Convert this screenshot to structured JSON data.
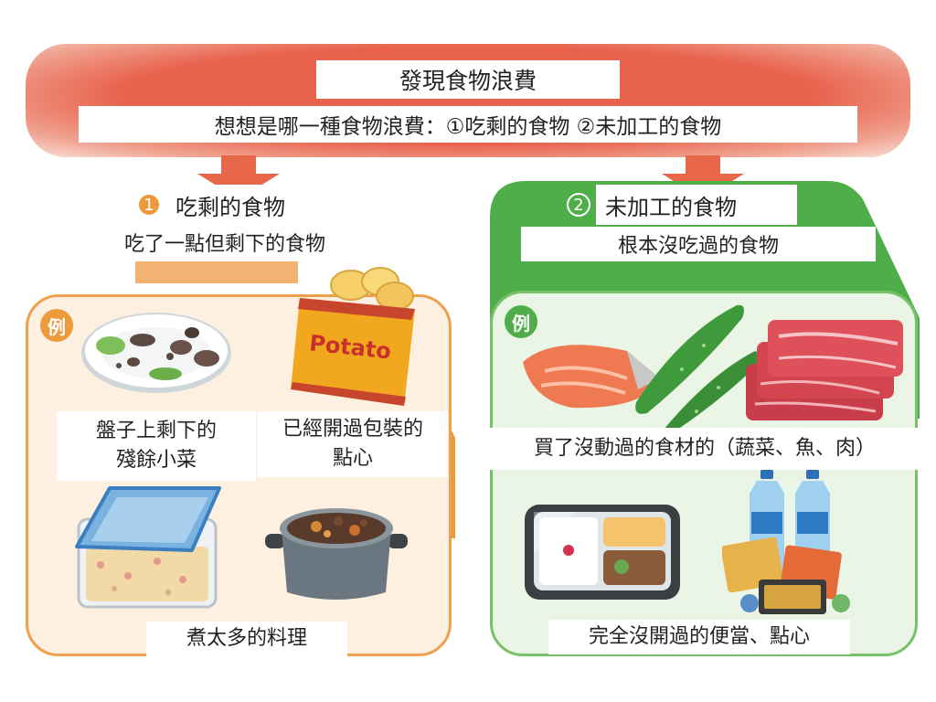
{
  "header": {
    "title": "發現食物浪費",
    "subtitle": "想想是哪一種食物浪費：①吃剩的食物 ②未加工的食物"
  },
  "colors": {
    "banner": "#e8624c",
    "left_accent": "#ec9a3c",
    "right_accent": "#4fae4a",
    "left_inner_bg": "#fdf0e0",
    "right_inner_bg": "#eaf5e6"
  },
  "left_panel": {
    "number": "1",
    "heading": "吃剩的食物",
    "description": "吃了一點但剩下的食物",
    "example_badge": "例",
    "examples": [
      {
        "caption_line1": "盤子上剩下的",
        "caption_line2": "殘餘小菜",
        "icon": "plate-leftovers-icon"
      },
      {
        "caption_line1": "已經開過包裝的",
        "caption_line2": "點心",
        "icon": "potato-chips-bag-icon",
        "bag_text": "Potato"
      },
      {
        "caption_line1": "煮太多的料理",
        "caption_line2": "",
        "icon": "pot-stew-icon"
      },
      {
        "caption_line1": "",
        "caption_line2": "",
        "icon": "storage-container-icon"
      }
    ]
  },
  "right_panel": {
    "number": "2",
    "heading": "未加工的食物",
    "description": "根本沒吃過的食物",
    "example_badge": "例",
    "examples": [
      {
        "caption": "買了沒動過的食材的（蔬菜、魚、肉）",
        "icons": [
          "salmon-icon",
          "cucumber-icon",
          "meat-icon"
        ]
      },
      {
        "caption": "完全沒開過的便當、點心",
        "icons": [
          "bento-box-icon",
          "water-bottles-icon",
          "snack-boxes-icon"
        ]
      }
    ]
  }
}
